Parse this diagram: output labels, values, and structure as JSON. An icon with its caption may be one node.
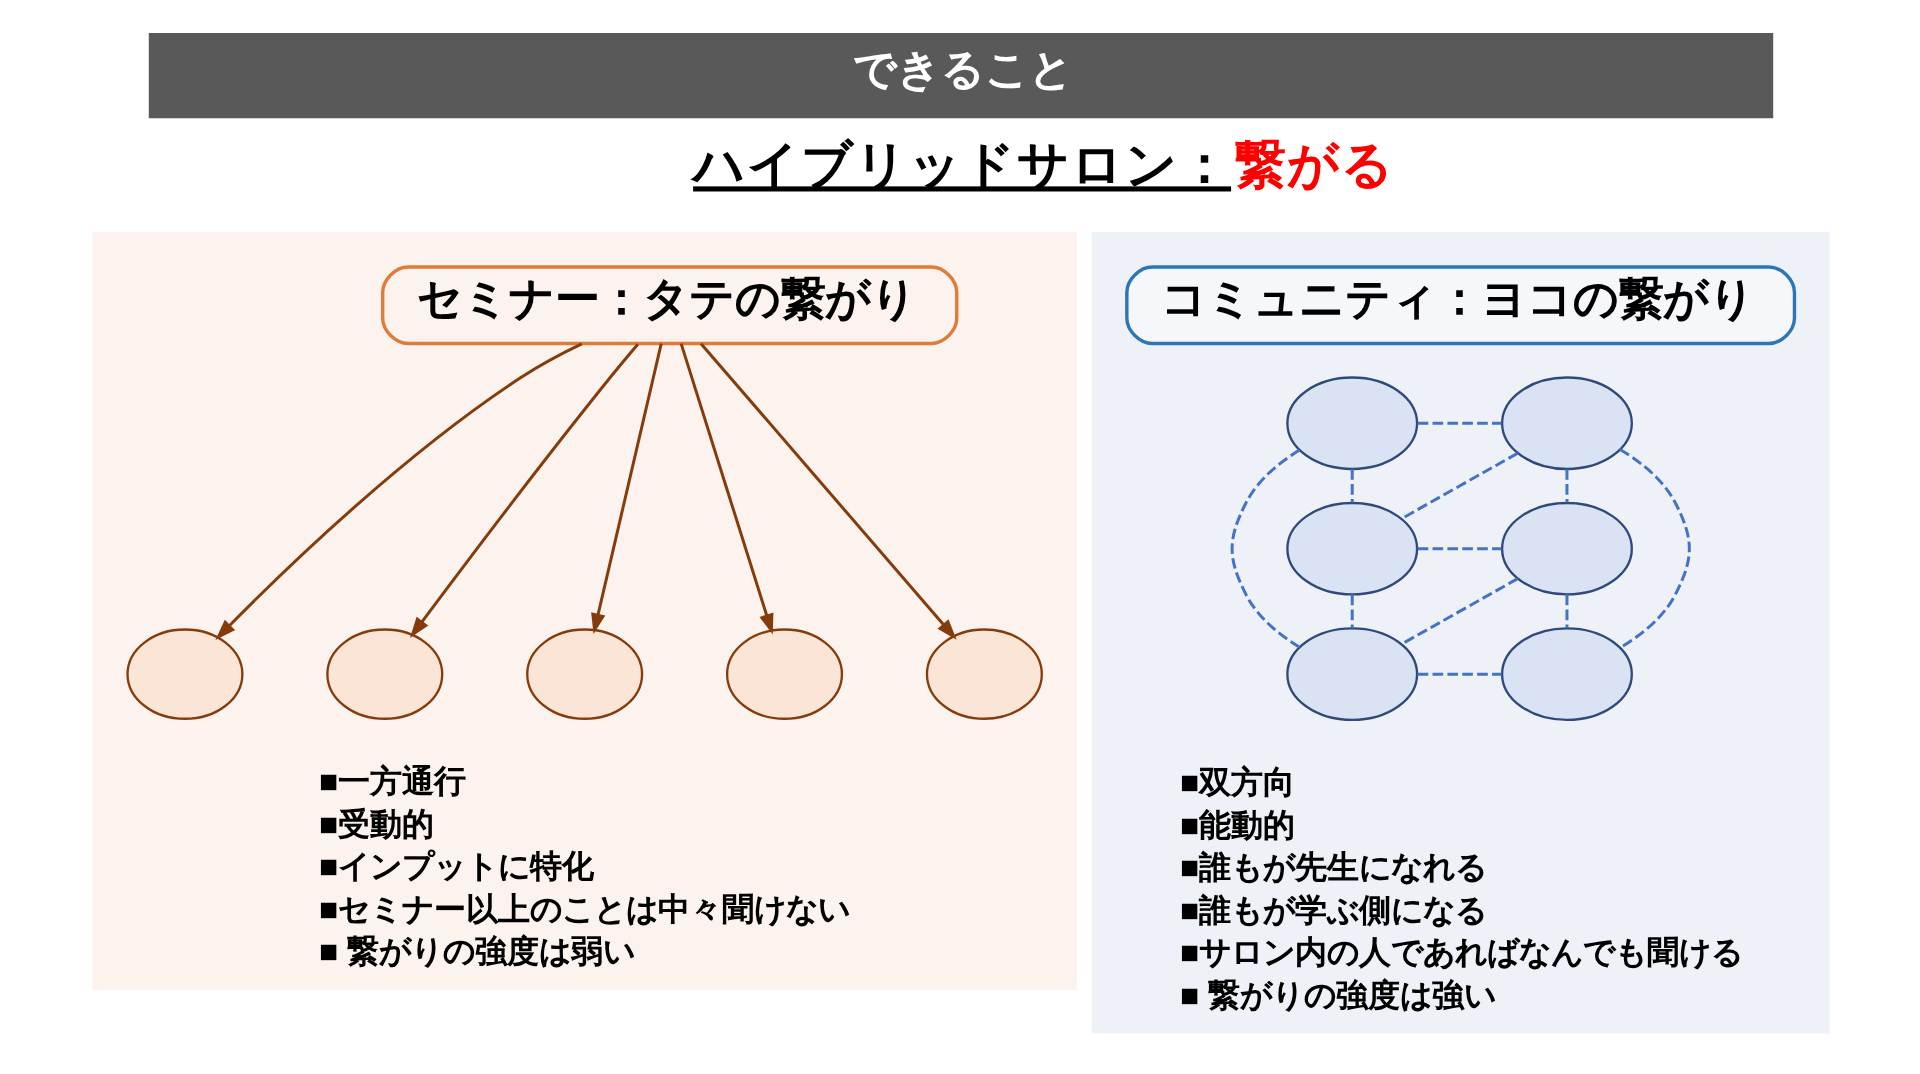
{
  "diagram": {
    "title": "できること",
    "nodes": [
      {
        "text": [
          "■一方通行",
          "■受動的",
          "■インプットに特化",
          "■セミナー以上のことは中々聞けない",
          "■ 繋がりの強度は弱い"
        ]
      },
      {
        "text": [
          "セミナー：タテの繋がり"
        ],
        "in": 0
      },
      {
        "text": [],
        "shape": "ellipse",
        "in": 0
      },
      {
        "text": [],
        "shape": "ellipse",
        "in": 0
      },
      {
        "text": [],
        "shape": "ellipse",
        "in": 0
      },
      {
        "text": [],
        "shape": "ellipse",
        "in": 0
      },
      {
        "text": [],
        "shape": "ellipse",
        "in": 0
      },
      {
        "text": [
          "■双方向",
          "■能動的",
          "■誰もが先生になれる",
          "■誰もが学ぶ側になる",
          "■サロン内の人であればなんでも聞ける",
          "■ 繋がりの強度は強い"
        ]
      },
      {
        "text": [
          "コミュニティ：ヨコの繋がり"
        ],
        "in": 7
      },
      {
        "text": [],
        "shape": "ellipse",
        "in": 7
      },
      {
        "text": [],
        "shape": "ellipse",
        "in": 7
      },
      {
        "text": [],
        "shape": "ellipse",
        "in": 7
      },
      {
        "text": [],
        "shape": "ellipse",
        "in": 7
      },
      {
        "text": [],
        "shape": "ellipse",
        "in": 7
      },
      {
        "text": [],
        "shape": "ellipse",
        "in": 7
      }
    ],
    "edges": [
      {
        "from": 1,
        "to": 2,
        "arrow": "to",
        "color": "#843c0c"
      },
      {
        "from": 1,
        "to": 3,
        "arrow": "to",
        "color": "#843c0c"
      },
      {
        "from": 1,
        "to": 4,
        "arrow": "to",
        "color": "#843c0c"
      },
      {
        "from": 1,
        "to": 5,
        "arrow": "to",
        "color": "#843c0c"
      },
      {
        "from": 1,
        "to": 6,
        "arrow": "to",
        "color": "#843c0c"
      },
      {
        "from": 9,
        "to": 10,
        "arrow": "none",
        "style": "dashed"
      },
      {
        "from": 9,
        "to": 11,
        "arrow": "none",
        "style": "dashed"
      },
      {
        "from": 9,
        "to": 13,
        "arrow": "none",
        "style": "dashed"
      },
      {
        "from": 10,
        "to": 11,
        "arrow": "none",
        "style": "dashed"
      },
      {
        "from": 10,
        "to": 12,
        "arrow": "none",
        "style": "dashed"
      },
      {
        "from": 10,
        "to": 14,
        "arrow": "none",
        "style": "dashed"
      },
      {
        "from": 11,
        "to": 12,
        "arrow": "none",
        "style": "dashed"
      },
      {
        "from": 11,
        "to": 13,
        "arrow": "none",
        "style": "dashed"
      },
      {
        "from": 12,
        "to": 13,
        "arrow": "none",
        "style": "dashed"
      },
      {
        "from": 12,
        "to": 14,
        "arrow": "none",
        "style": "dashed"
      },
      {
        "from": 13,
        "to": 14,
        "arrow": "none",
        "style": "dashed"
      }
    ],
    "labels": [
      "ハイブリッドサロン：",
      "繋がる"
    ]
  }
}
